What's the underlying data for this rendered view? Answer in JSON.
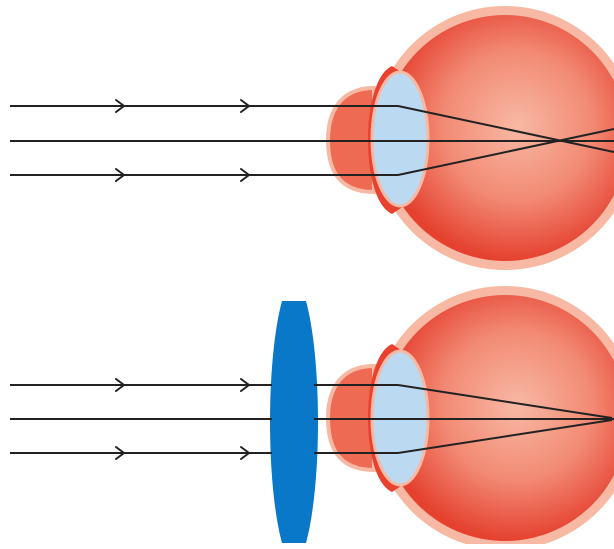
{
  "diagram": {
    "panels": [
      {
        "id": "uncorrected-eye",
        "ray_count": 3,
        "corrective_lens": false,
        "rays_focus": "in-front-of-retina"
      },
      {
        "id": "corrected-eye",
        "ray_count": 3,
        "corrective_lens": true,
        "corrective_lens_type": "convex",
        "rays_focus": "on-retina"
      }
    ],
    "colors": {
      "sclera_outer": "#f7b9a4",
      "eyeball_inner": "#f07a66",
      "eyeball_center": "#f6a690",
      "eyeball_edge": "#e8412f",
      "cornea": "#ee6a52",
      "lens": "#bcd9f2",
      "lens_stroke": "#d84a3a",
      "corrective_lens": "#0a78c8",
      "ray": "#222222"
    }
  }
}
